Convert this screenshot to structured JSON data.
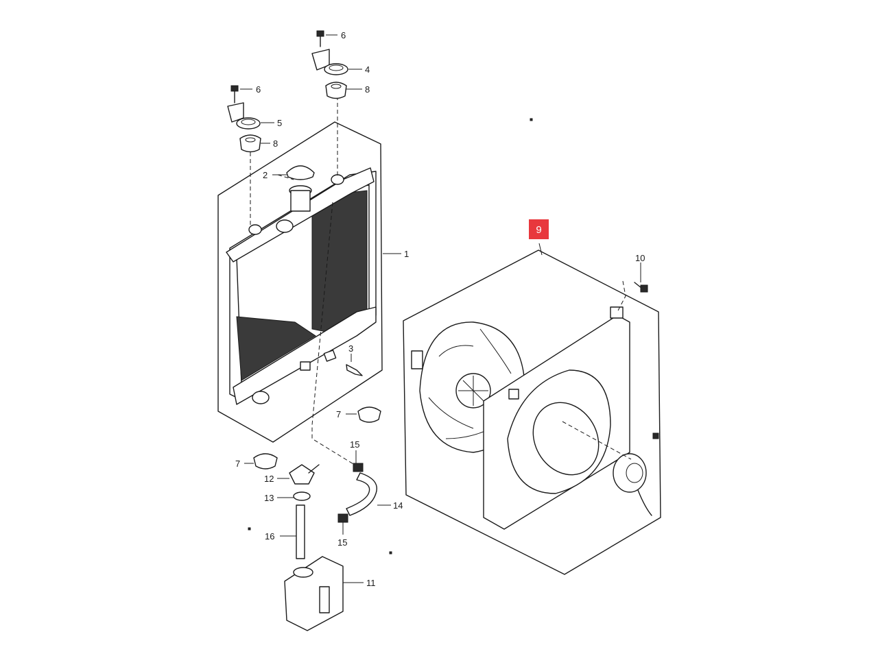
{
  "highlight": {
    "label": "9",
    "color": "#e8383d"
  },
  "callouts": {
    "c1": "1",
    "c2": "2",
    "c3": "3",
    "c4": "4",
    "c5": "5",
    "c6a": "6",
    "c6b": "6",
    "c7a": "7",
    "c7b": "7",
    "c8a": "8",
    "c8b": "8",
    "c10": "10",
    "c11": "11",
    "c12": "12",
    "c13": "13",
    "c14": "14",
    "c15a": "15",
    "c15b": "15",
    "c16": "16"
  }
}
